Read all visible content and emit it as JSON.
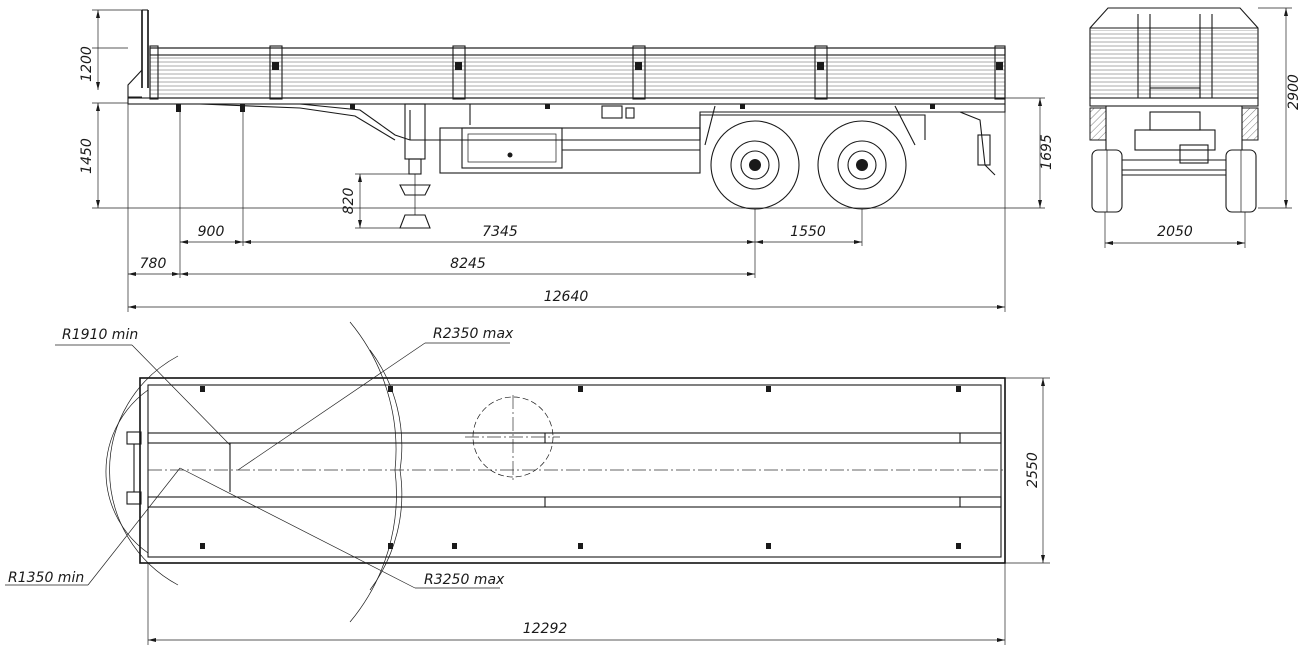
{
  "side_view": {
    "dims": {
      "height_sides": "1200",
      "height_deck": "1450",
      "height_total": "1695",
      "leg_travel": "820",
      "kingpin_offset": "900",
      "to_axle": "7345",
      "axle_spacing": "1550",
      "front_overhang": "780",
      "kingpin_to_axle": "8245",
      "overall_length": "12640"
    }
  },
  "rear_view": {
    "dims": {
      "overall_height": "2900",
      "track_width": "2050"
    }
  },
  "plan_view": {
    "dims": {
      "turn_r_front_min": "R1910 min",
      "turn_r_max": "R2350 max",
      "turn_r_min": "R1350  min",
      "swing_r_max": "R3250 max",
      "width": "2550",
      "body_length": "12292"
    }
  }
}
